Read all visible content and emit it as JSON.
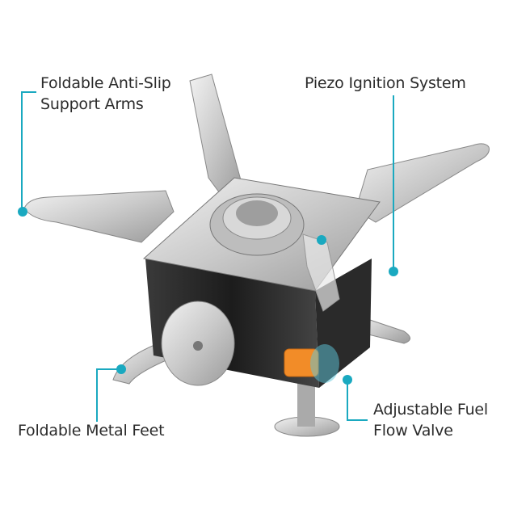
{
  "accent_color": "#1aa9c0",
  "callouts": {
    "support_arms": {
      "line1": "Foldable Anti-Slip",
      "line2": "Support Arms"
    },
    "ignition": {
      "line1": "Piezo Ignition System"
    },
    "feet": {
      "line1": "Foldable Metal Feet"
    },
    "valve": {
      "line1": "Adjustable Fuel",
      "line2": "Flow Valve"
    }
  }
}
